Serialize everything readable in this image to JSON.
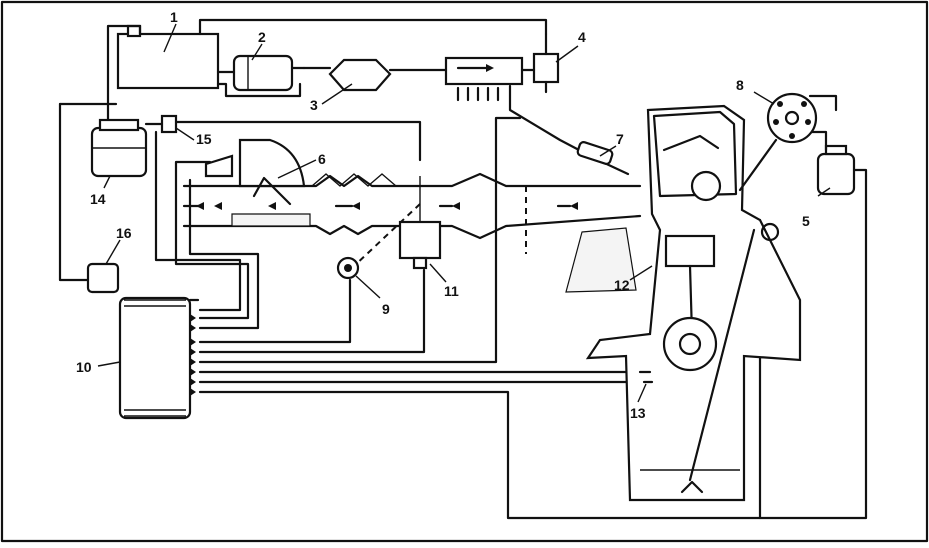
{
  "diagram": {
    "callouts": [
      "1",
      "2",
      "3",
      "4",
      "5",
      "6",
      "7",
      "8",
      "9",
      "10",
      "11",
      "12",
      "13",
      "14",
      "15",
      "16"
    ]
  }
}
